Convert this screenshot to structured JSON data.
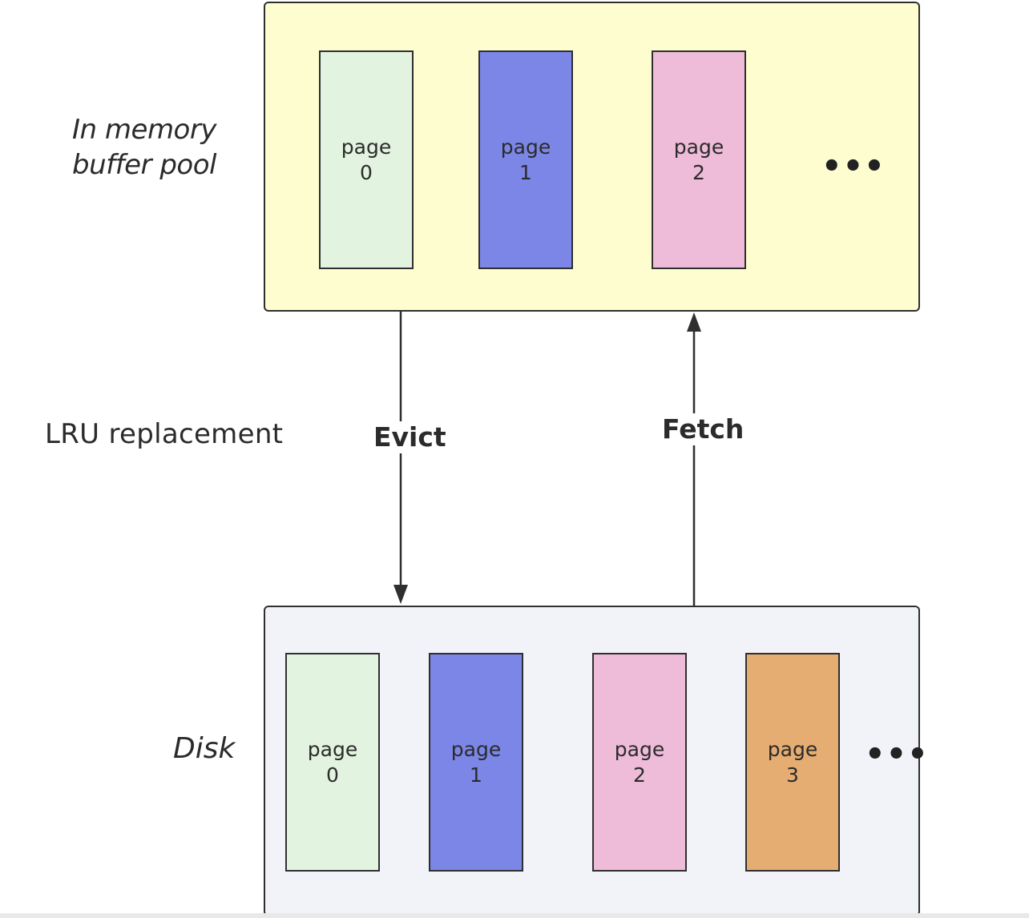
{
  "labels": {
    "memory_line1": "In memory",
    "memory_line2": "buffer pool",
    "lru": "LRU replacement",
    "disk": "Disk",
    "evict": "Evict",
    "fetch": "Fetch",
    "ellipsis": "•••"
  },
  "memory_pages": [
    {
      "word": "page",
      "number": "0",
      "color": "#e2f4df"
    },
    {
      "word": "page",
      "number": "1",
      "color": "#7b86e6"
    },
    {
      "word": "page",
      "number": "2",
      "color": "#eebbd9"
    }
  ],
  "disk_pages": [
    {
      "word": "page",
      "number": "0",
      "color": "#e2f4df"
    },
    {
      "word": "page",
      "number": "1",
      "color": "#7b86e6"
    },
    {
      "word": "page",
      "number": "2",
      "color": "#eebbd9"
    },
    {
      "word": "page",
      "number": "3",
      "color": "#e6ad72"
    }
  ],
  "colors": {
    "memory_pool_fill": "#fefdd0",
    "disk_fill": "#f2f3f9",
    "stroke": "#2f2f2f"
  }
}
